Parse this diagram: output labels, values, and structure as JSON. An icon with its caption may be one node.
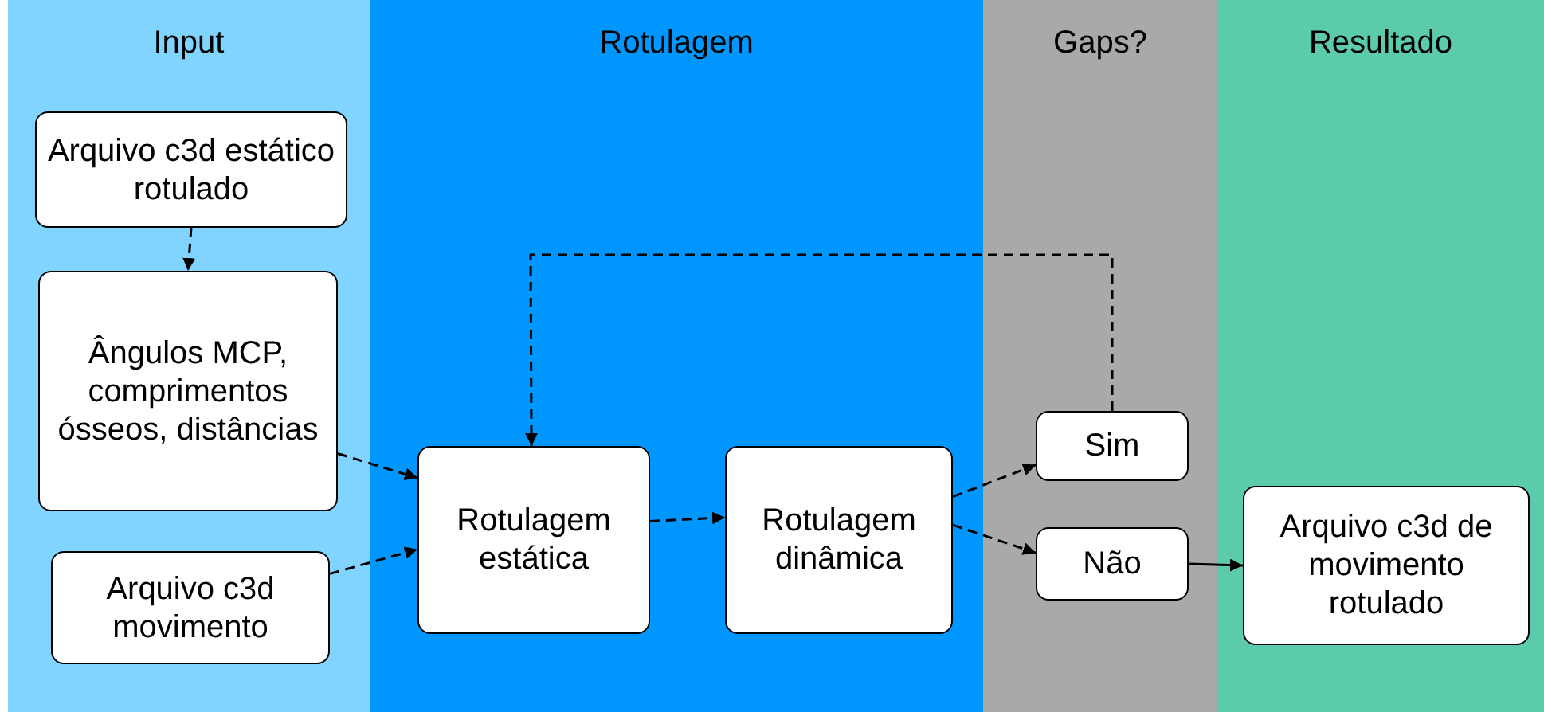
{
  "diagram": {
    "nodes": [
      {
        "text": [
          "Input"
        ]
      },
      {
        "text": [
          "Rotulagem"
        ]
      },
      {
        "text": [
          "Gaps?"
        ]
      },
      {
        "text": [
          "Resultado"
        ]
      },
      {
        "text": [
          "Arquivo c3d estático rotulado"
        ],
        "in": 0
      },
      {
        "text": [
          "Ângulos MCP, comprimentos ósseos, distâncias"
        ],
        "in": 0
      },
      {
        "text": [
          "Arquivo c3d movimento"
        ],
        "in": 0
      },
      {
        "text": [
          "Rotulagem estática"
        ],
        "in": 1
      },
      {
        "text": [
          "Rotulagem dinâmica"
        ],
        "in": 1
      },
      {
        "text": [
          "Sim"
        ],
        "in": 2
      },
      {
        "text": [
          "Não"
        ],
        "in": 2
      },
      {
        "text": [
          "Arquivo c3d de movimento rotulado"
        ],
        "in": 3
      }
    ],
    "edges": [
      {
        "from": 4,
        "to": 5,
        "arrow": "to",
        "style": "dashed"
      },
      {
        "from": 5,
        "to": 7,
        "arrow": "to",
        "style": "dashed"
      },
      {
        "from": 6,
        "to": 7,
        "arrow": "to",
        "style": "dashed"
      },
      {
        "from": 7,
        "to": 8,
        "arrow": "to",
        "style": "dashed"
      },
      {
        "from": 8,
        "to": 9,
        "arrow": "to",
        "style": "dashed"
      },
      {
        "from": 8,
        "to": 10,
        "arrow": "to",
        "style": "dashed"
      },
      {
        "from": 9,
        "to": 7,
        "arrow": "to",
        "style": "dashed"
      },
      {
        "from": 10,
        "to": 11,
        "arrow": "to"
      }
    ]
  }
}
